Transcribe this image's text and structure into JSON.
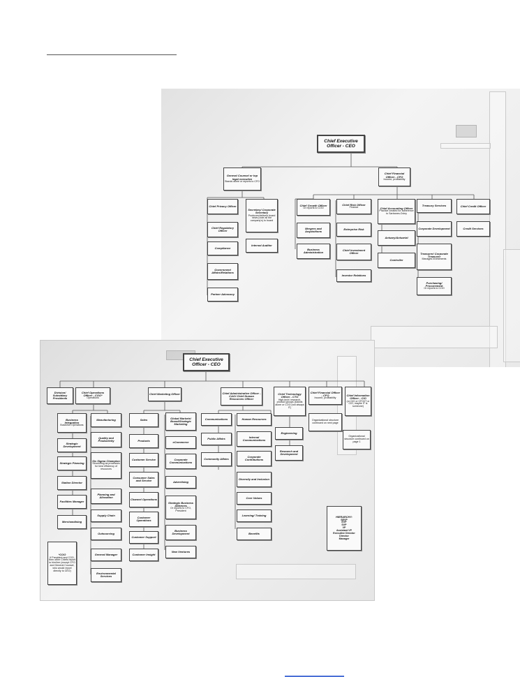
{
  "chart1": {
    "ceo": {
      "title": "Chief Executive Officer - CEO"
    },
    "gc": {
      "title": "General Counsel or top legal executive",
      "sub": "Stands alone or reports to CFO"
    },
    "cfo": {
      "title": "Chief Financial Officer - CFO",
      "sub": "Income, profitability"
    },
    "privacy": {
      "title": "Chief Privacy Officer"
    },
    "regulatory": {
      "title": "Chief Regulatory Officer"
    },
    "compliance": {
      "title": "Compliance"
    },
    "govt": {
      "title": "Government Affairs/Relations"
    },
    "partner": {
      "title": "Partner Advocacy"
    },
    "secretary": {
      "title": "Secretary/ Corporate Secretary",
      "sub": "Produces/delivers board news (note all the company's) to board"
    },
    "auditor": {
      "title": "Internal Auditor"
    },
    "growth": {
      "title": "Chief Growth Officer",
      "sub": "Or reports to COO"
    },
    "mergers": {
      "title": "Mergers and Acquisitions"
    },
    "bizadmin": {
      "title": "Business Administration"
    },
    "risk": {
      "title": "Chief Risk Officer",
      "sub": "Finance"
    },
    "enterprise_risk": {
      "title": "Enterprise Risk"
    },
    "investment": {
      "title": "Chief Investment Officer"
    },
    "investor": {
      "title": "Investor Relations"
    },
    "accounting": {
      "title": "Chief Accounting Officer",
      "sub": "Practice created for adherence to Sarbanes-Oxley"
    },
    "actuary": {
      "title": "Actuary/Actuarial"
    },
    "controller": {
      "title": "Controller"
    },
    "treasury_services": {
      "title": "Treasury Services"
    },
    "corp_dev": {
      "title": "Corporate Development"
    },
    "treasurer": {
      "title": "Treasurer/ Corporate Treasurer",
      "sub": "Manages investments"
    },
    "purchasing": {
      "title": "Purchasing/ Procurement",
      "sub": "Or reports to COO"
    },
    "credit_officer": {
      "title": "Chief Credit Officer"
    },
    "credit_services": {
      "title": "Credit Services"
    }
  },
  "chart2": {
    "ceo": {
      "title": "Chief Executive Officer - CEO"
    },
    "division": {
      "title": "Division/ Subsidiary Presidents"
    },
    "coo": {
      "title": "Chief Operations Officer - COO*",
      "sub": "Operations"
    },
    "cmo": {
      "title": "Chief Marketing Officer"
    },
    "cao": {
      "title": "Chief Administrative Officer - CAO/ Chief Human Resources Officer"
    },
    "cto": {
      "title": "Chief Technology Officer - CTO",
      "sub": "High-tech/ research, product groups (stands alone or COO (not always IT)"
    },
    "cfo": {
      "title": "Chief Financial Officer - CFO",
      "sub": "Income, profitability"
    },
    "cio": {
      "title": "Chief Information Officer - CIO",
      "sub": "(or CIO or CFO/IT or CIO, maybe IT is someone)"
    },
    "biz_integration": {
      "title": "Business Integration",
      "sub": "Business Operations"
    },
    "strategic_dev": {
      "title": "Strategic Development"
    },
    "strategic_planning": {
      "title": "Strategic Planning"
    },
    "station_dir": {
      "title": "Station Director"
    },
    "facilities": {
      "title": "Facilities Manager"
    },
    "merchandising": {
      "title": "Merchandising"
    },
    "manufacturing": {
      "title": "Manufacturing"
    },
    "quality": {
      "title": "Quality and Productivity"
    },
    "six_sigma": {
      "title": "Six Sigma Champion",
      "sub": "Structuring as processes for best efficiency of resources"
    },
    "planning": {
      "title": "Planning and Allocation"
    },
    "supply": {
      "title": "Supply Chain"
    },
    "outsourcing": {
      "title": "Outsourcing"
    },
    "gm": {
      "title": "General Manager"
    },
    "environmental": {
      "title": "Environmental Services"
    },
    "sales": {
      "title": "Sales"
    },
    "products": {
      "title": "Products"
    },
    "customer_service": {
      "title": "Customer Service"
    },
    "consumer_sales": {
      "title": "Consumer Sales and Service"
    },
    "channel_ops": {
      "title": "Channel Operations"
    },
    "customer_ops": {
      "title": "Customer Operations"
    },
    "customer_support": {
      "title": "Customer Support"
    },
    "customer_insight": {
      "title": "Customer Insight"
    },
    "global_markets": {
      "title": "Global Markets/ Brand/Strategic Marketing"
    },
    "ecommerce": {
      "title": "eCommerce"
    },
    "corp_comm": {
      "title": "Corporate Communications"
    },
    "advertising": {
      "title": "Advertising"
    },
    "alliances": {
      "title": "Strategic Business Alliances",
      "sub": "Or reports to CFO, President"
    },
    "bizdev": {
      "title": "Business Development"
    },
    "ventures": {
      "title": "New Ventures"
    },
    "communications": {
      "title": "Communications"
    },
    "public_affairs": {
      "title": "Public Affairs"
    },
    "community": {
      "title": "Community Affairs"
    },
    "hr": {
      "title": "Human Resources"
    },
    "internal_comm": {
      "title": "Internal Communications"
    },
    "contributions": {
      "title": "Corporate Contributions"
    },
    "diversity": {
      "title": "Diversity and Inclusion"
    },
    "core_values": {
      "title": "Core Values"
    },
    "learning": {
      "title": "Learning/ Training"
    },
    "benefits": {
      "title": "Benefits"
    },
    "engineering": {
      "title": "Engineering"
    },
    "rnd": {
      "title": "Research and Development"
    },
    "cfo_note": {
      "sub": "Organizational structure continued on next page"
    },
    "cio_note": {
      "sub": "Organizational structure continued on page 1"
    },
    "coo_note": {
      "title": "*COO",
      "sub": "If President and COO, then other Chiefs report to him/her (except CFO and General Counsel, who would report directly to CEO)"
    },
    "hierarchy": {
      "title": "HIERARCHY:",
      "levels": [
        "SEVP",
        "EVP",
        "SVP",
        "VP",
        "Assistant VP",
        "Executive Director",
        "Director",
        "Manager"
      ]
    }
  }
}
